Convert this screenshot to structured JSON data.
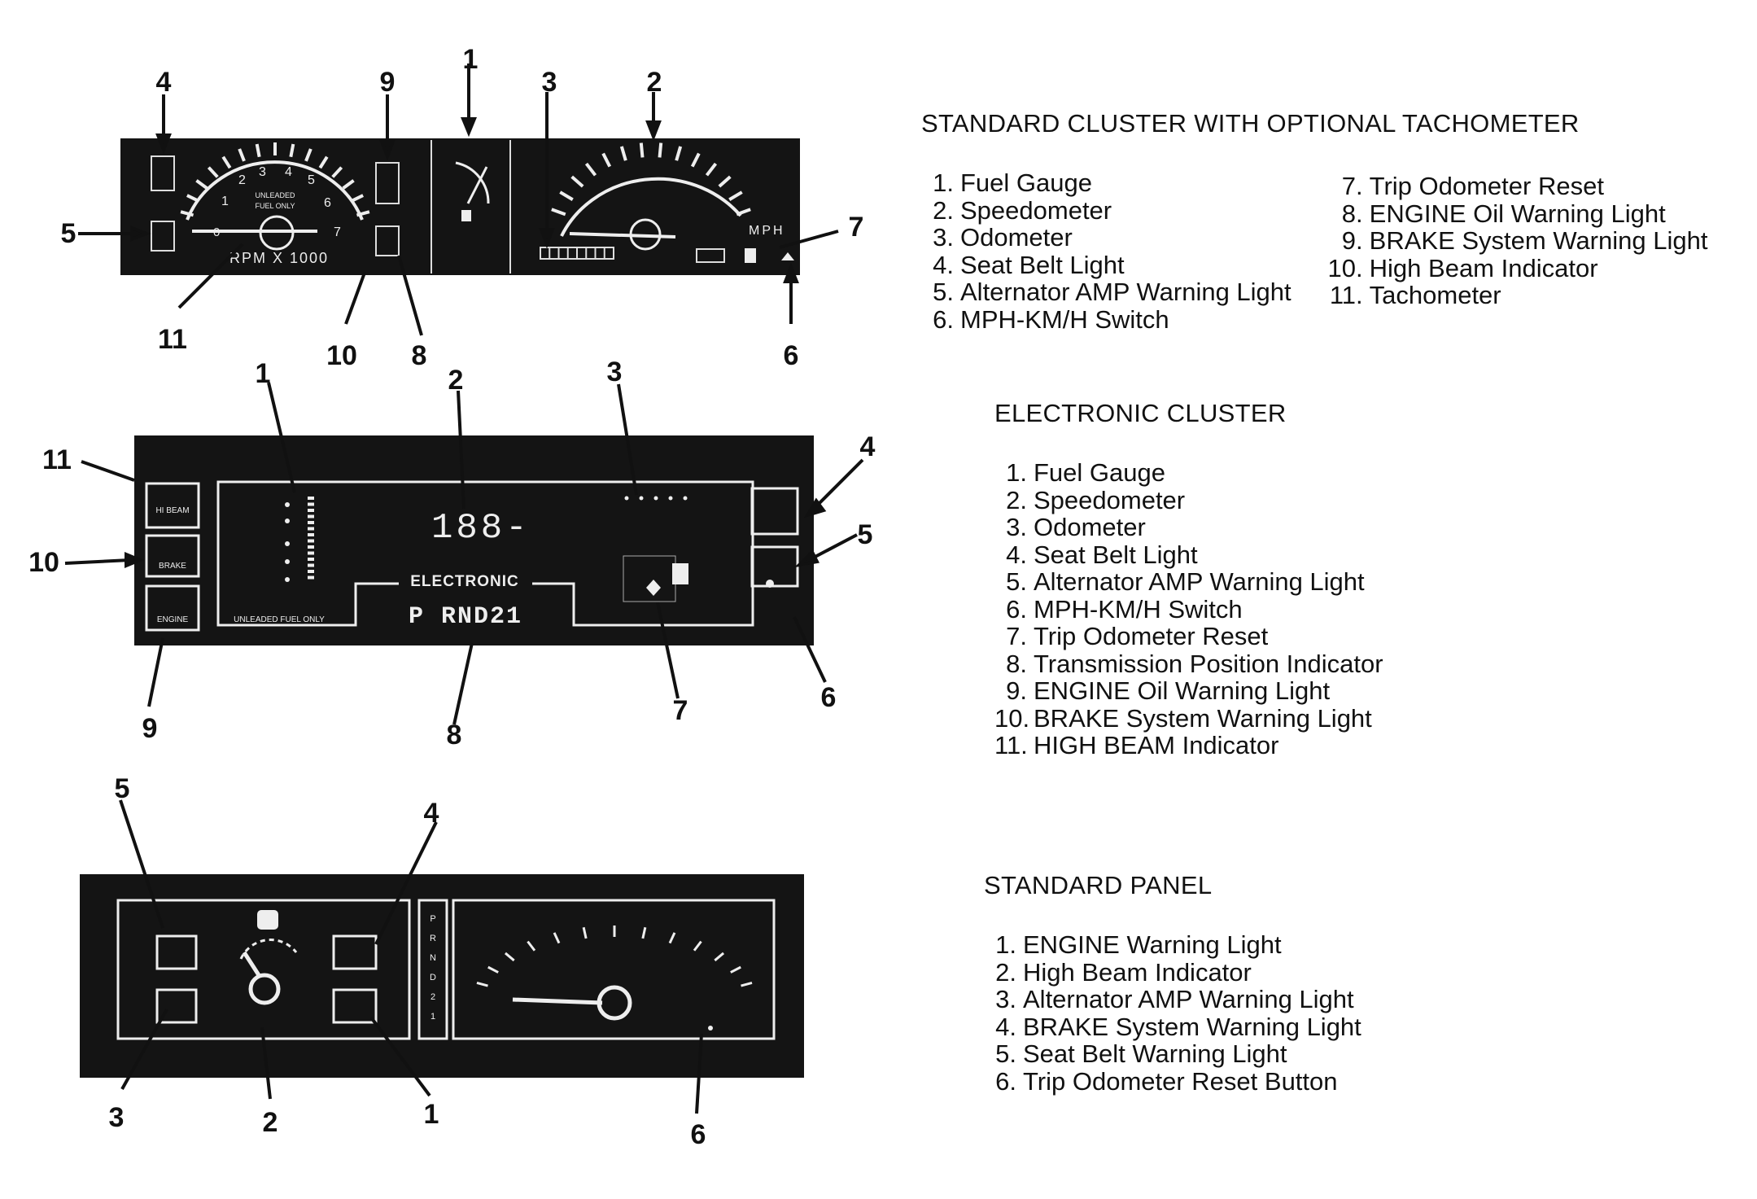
{
  "sections": [
    {
      "title": "STANDARD CLUSTER WITH OPTIONAL TACHOMETER",
      "items": [
        {
          "num": "1.",
          "label": "Fuel Gauge"
        },
        {
          "num": "2.",
          "label": "Speedometer"
        },
        {
          "num": "3.",
          "label": "Odometer"
        },
        {
          "num": "4.",
          "label": "Seat Belt Light"
        },
        {
          "num": "5.",
          "label": "Alternator AMP Warning Light"
        },
        {
          "num": "6.",
          "label": "MPH-KM/H Switch"
        },
        {
          "num": "7.",
          "label": "Trip Odometer Reset"
        },
        {
          "num": "8.",
          "label": "ENGINE Oil Warning Light"
        },
        {
          "num": "9.",
          "label": "BRAKE System Warning Light"
        },
        {
          "num": "10.",
          "label": "High Beam Indicator"
        },
        {
          "num": "11.",
          "label": "Tachometer"
        }
      ]
    },
    {
      "title": "ELECTRONIC CLUSTER",
      "items": [
        {
          "num": "1.",
          "label": "Fuel Gauge"
        },
        {
          "num": "2.",
          "label": "Speedometer"
        },
        {
          "num": "3.",
          "label": "Odometer"
        },
        {
          "num": "4.",
          "label": "Seat Belt Light"
        },
        {
          "num": "5.",
          "label": "Alternator AMP Warning Light"
        },
        {
          "num": "6.",
          "label": "MPH-KM/H Switch"
        },
        {
          "num": "7.",
          "label": "Trip Odometer Reset"
        },
        {
          "num": "8.",
          "label": "Transmission Position Indicator"
        },
        {
          "num": "9.",
          "label": "ENGINE Oil Warning Light"
        },
        {
          "num": "10.",
          "label": "BRAKE System Warning Light"
        },
        {
          "num": "11.",
          "label": "HIGH BEAM Indicator"
        }
      ]
    },
    {
      "title": "STANDARD PANEL",
      "items": [
        {
          "num": "1.",
          "label": "ENGINE Warning Light"
        },
        {
          "num": "2.",
          "label": "High Beam Indicator"
        },
        {
          "num": "3.",
          "label": "Alternator AMP Warning Light"
        },
        {
          "num": "4.",
          "label": "BRAKE System Warning Light"
        },
        {
          "num": "5.",
          "label": "Seat Belt Warning Light"
        },
        {
          "num": "6.",
          "label": "Trip Odometer Reset Button"
        }
      ]
    }
  ],
  "diagram1": {
    "tach_numbers": [
      "1",
      "2",
      "3",
      "4",
      "5",
      "6",
      "7"
    ],
    "tach_zero": "0",
    "tach_label_1": "UNLEADED",
    "tach_label_2": "FUEL ONLY",
    "tach_rpm": "RPM X 1000",
    "speed_unit": "MPH",
    "callouts": [
      "1",
      "2",
      "3",
      "4",
      "5",
      "6",
      "7",
      "8",
      "9",
      "10",
      "11"
    ]
  },
  "diagram2": {
    "speed_readout": "188-",
    "electronic_label": "ELECTRONIC",
    "gear_label": "P RND21",
    "fuel_note": "UNLEADED FUEL ONLY",
    "high_beam_btn": "HI BEAM",
    "brake_btn": "BRAKE",
    "engine_btn": "ENGINE",
    "callouts": [
      "1",
      "2",
      "3",
      "4",
      "5",
      "6",
      "7",
      "8",
      "9",
      "10",
      "11"
    ]
  },
  "diagram3": {
    "prnd": [
      "P",
      "R",
      "N",
      "D",
      "2",
      "1"
    ],
    "callouts": [
      "1",
      "2",
      "3",
      "4",
      "5",
      "6"
    ]
  }
}
